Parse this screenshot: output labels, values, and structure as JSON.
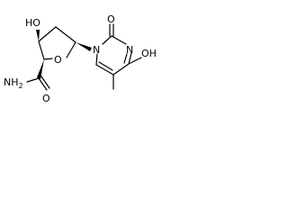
{
  "molecule": {
    "atom_labels": {
      "ho_top": "HO",
      "o_ring": "O",
      "nh2": "NH",
      "nh2_sub": "2",
      "o_amide": "O",
      "n1": "N",
      "n3": "N",
      "o2": "O",
      "oh4": "OH"
    }
  }
}
